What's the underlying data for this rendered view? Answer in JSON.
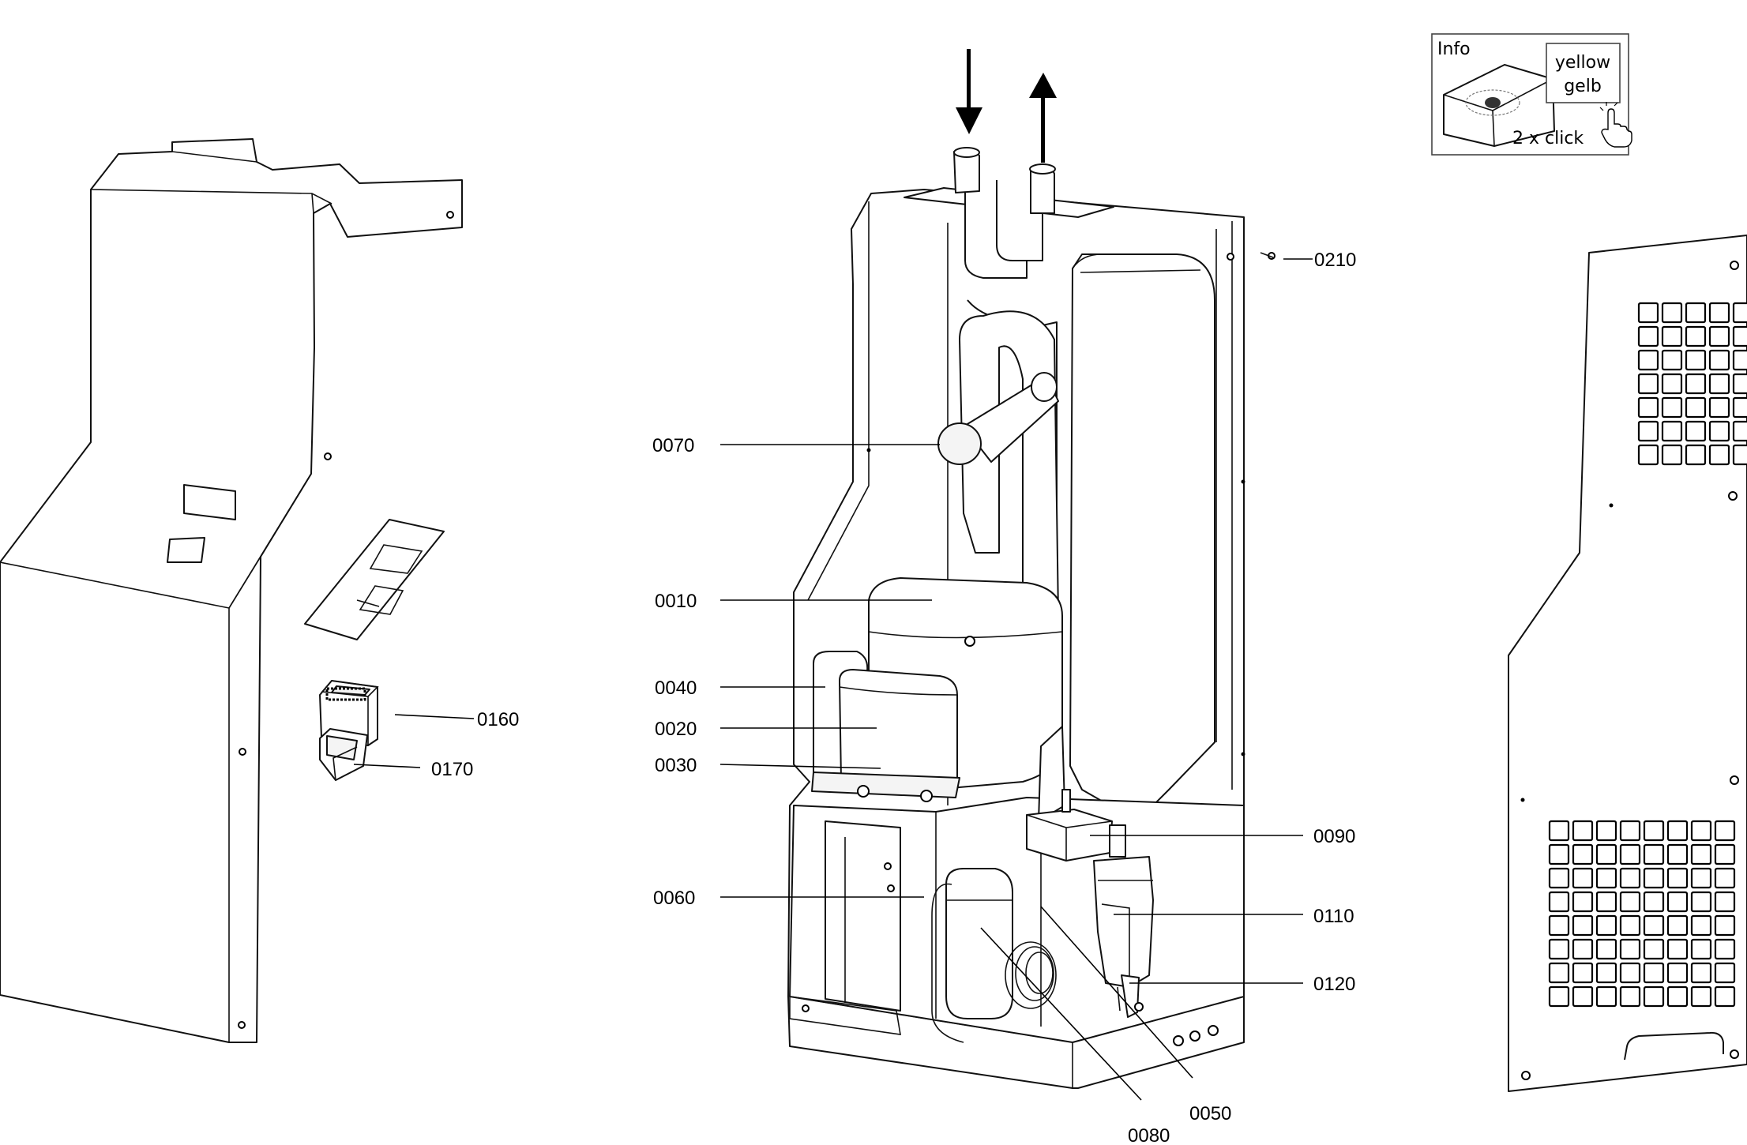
{
  "info_box": {
    "title": "Info",
    "color_en": "yellow",
    "color_de": "gelb",
    "action": "2 x click"
  },
  "part_numbers": {
    "p0010": "0010",
    "p0020": "0020",
    "p0030": "0030",
    "p0040": "0040",
    "p0050": "0050",
    "p0060": "0060",
    "p0070": "0070",
    "p0080": "0080",
    "p0090": "0090",
    "p0110": "0110",
    "p0120": "0120",
    "p0160": "0160",
    "p0170": "0170",
    "p0210": "0210"
  },
  "colors": {
    "line": "#000000",
    "background": "#ffffff"
  },
  "icons": [
    "hand-pointer-icon",
    "flow-in-arrow-icon",
    "flow-out-arrow-icon"
  ]
}
